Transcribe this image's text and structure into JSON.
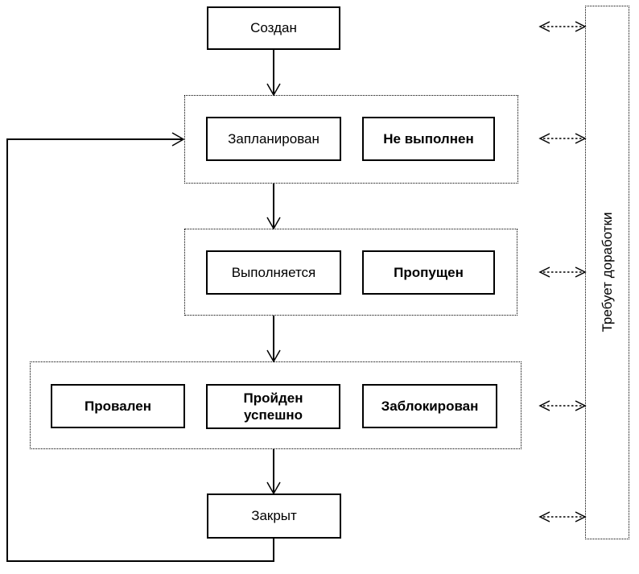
{
  "nodes": {
    "created": {
      "label": "Создан"
    },
    "planned": {
      "label": "Запланирован"
    },
    "not_executed": {
      "label": "Не выполнен"
    },
    "executing": {
      "label": "Выполняется"
    },
    "skipped": {
      "label": "Пропущен"
    },
    "failed": {
      "label": "Провален"
    },
    "passed": {
      "label": "Пройден успешно"
    },
    "blocked": {
      "label": "Заблокирован"
    },
    "closed": {
      "label": "Закрыт"
    }
  },
  "rework_panel": {
    "label": "Требует доработки"
  },
  "colors": {
    "line": "#000000",
    "background": "#ffffff",
    "node_fill": "#ffffff"
  }
}
